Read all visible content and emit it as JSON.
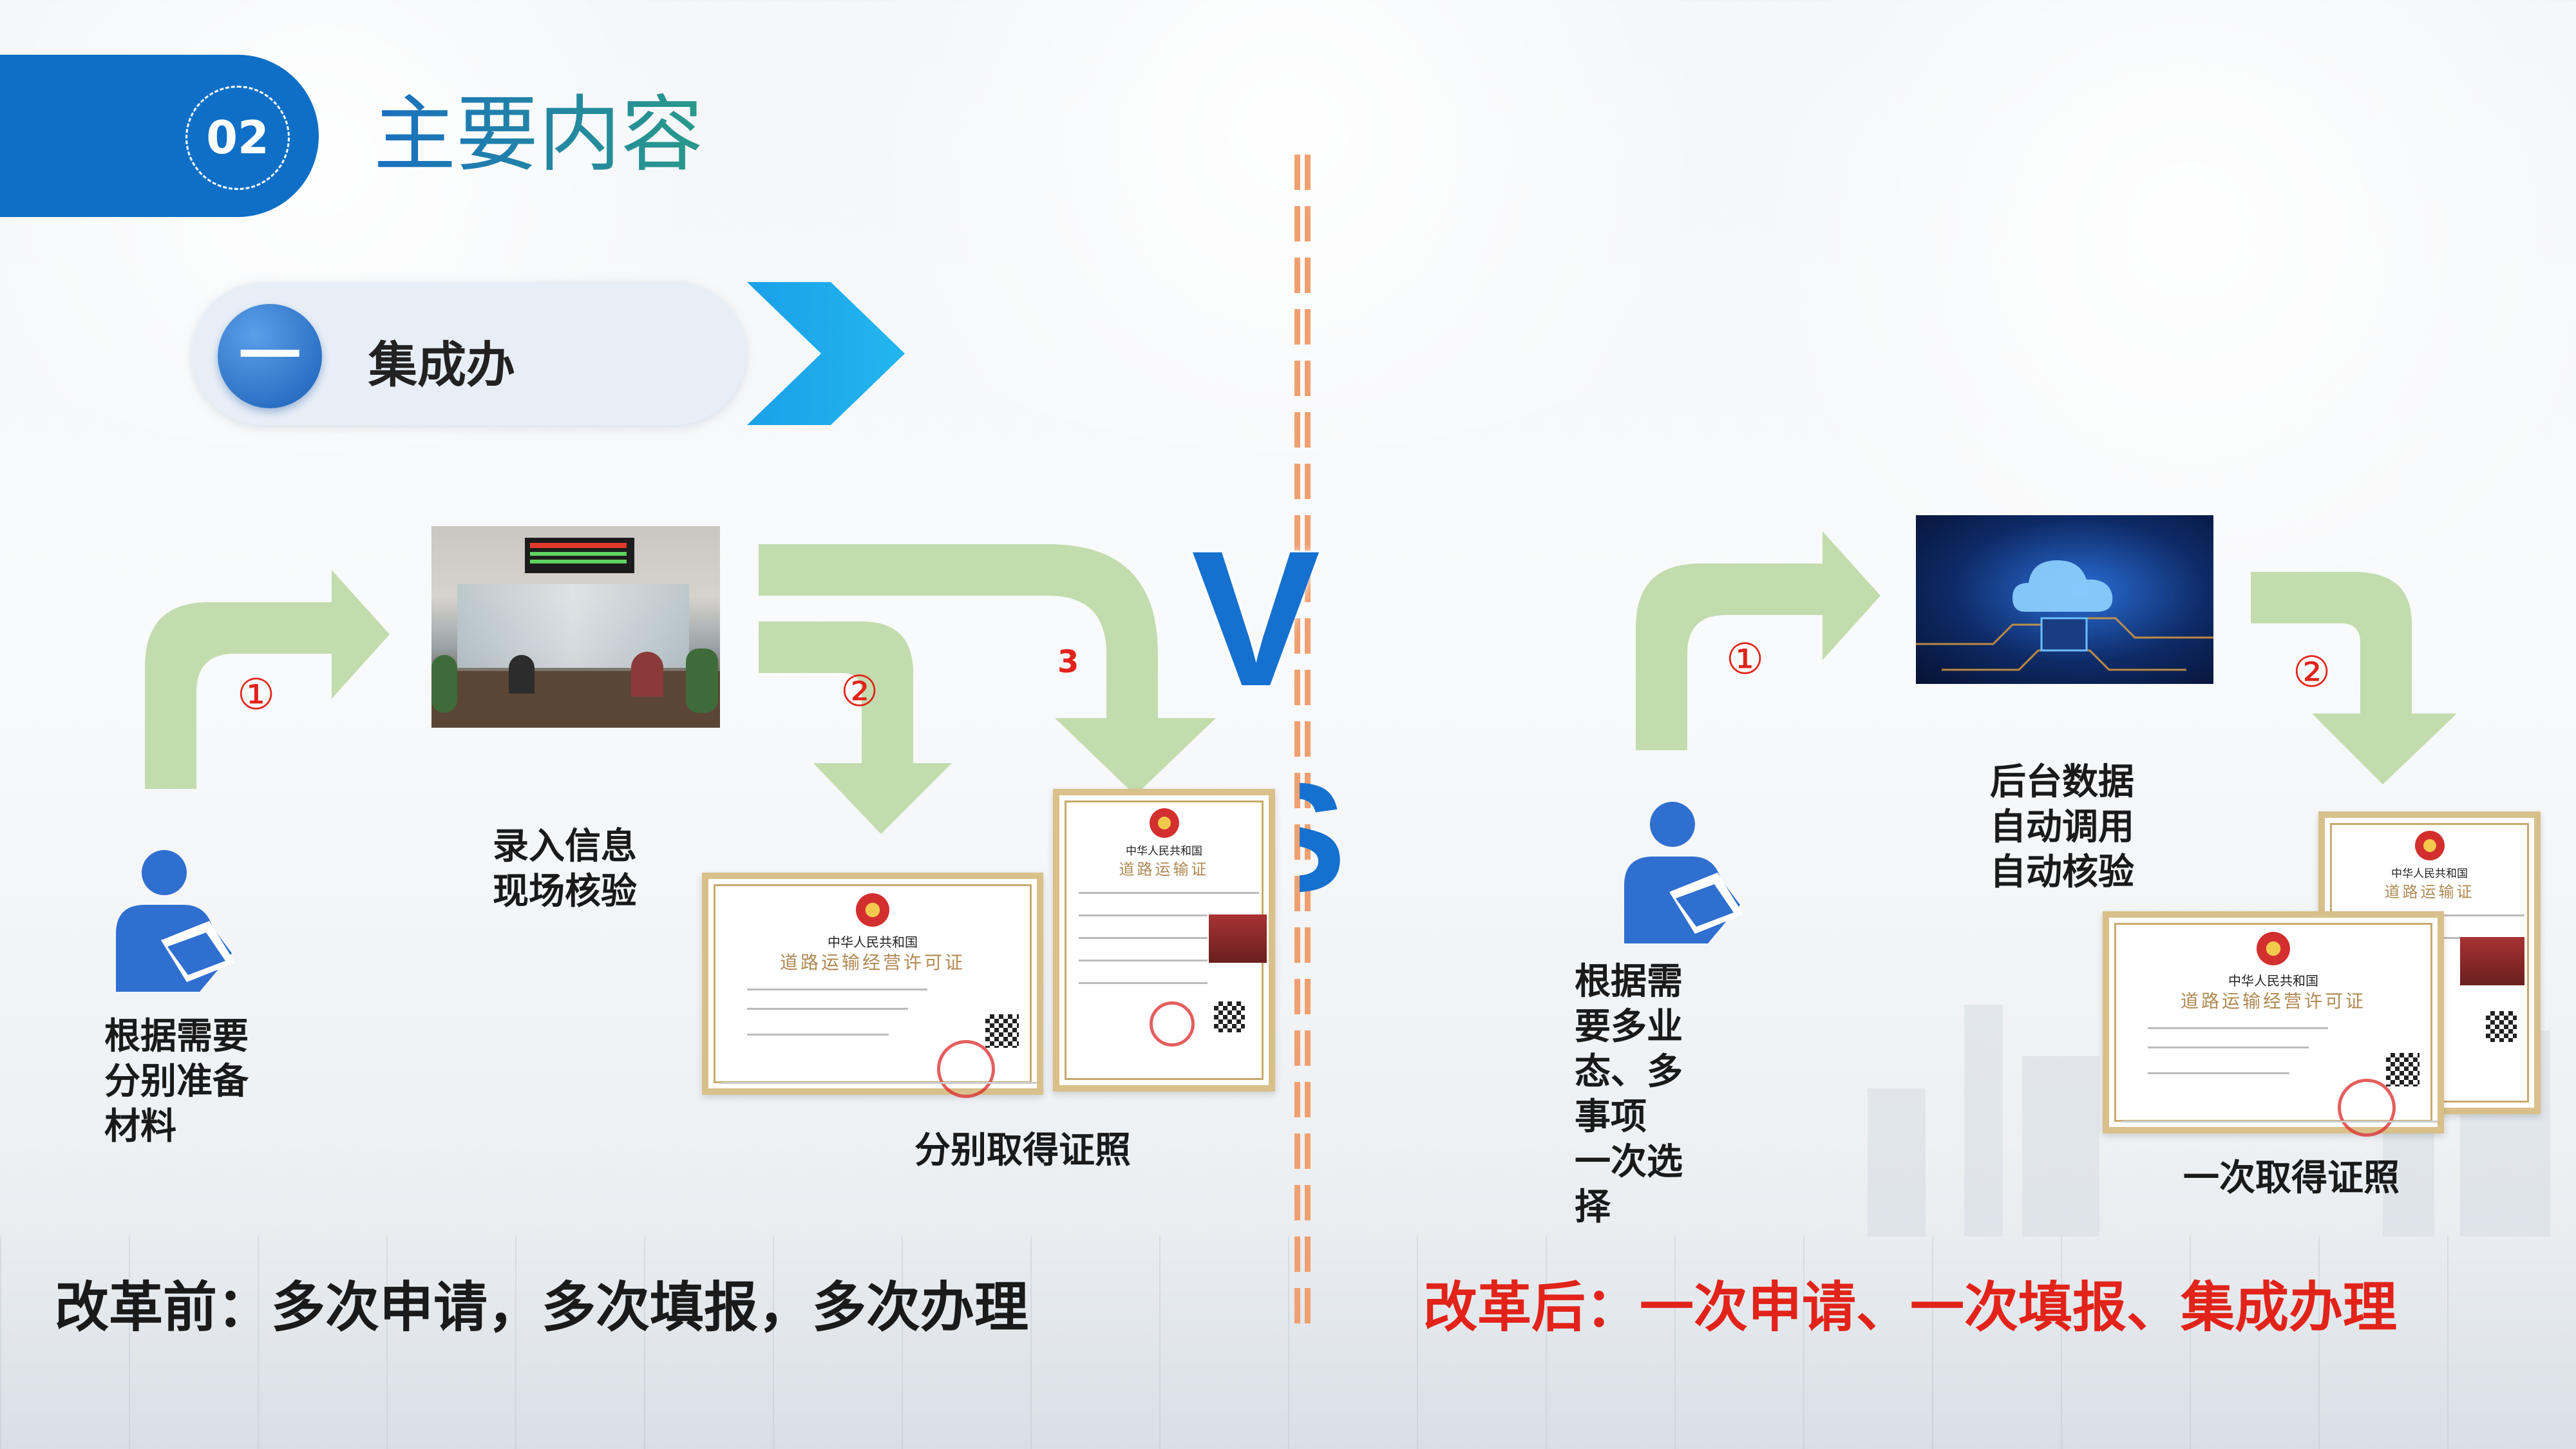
{
  "header": {
    "number": "02",
    "title": "主要内容"
  },
  "section": {
    "index": "一",
    "label": "集成办"
  },
  "left": {
    "person_text": "根据需要\n分别准备\n材料",
    "step1": "①",
    "step2": "②",
    "step3": "3",
    "photo_text": "录入信息\n现场核验",
    "result_text": "分别取得证照",
    "summary": "改革前：多次申请，多次填报，多次办理"
  },
  "right": {
    "person_text": "根据需\n要多业\n态、多\n事项\n一次选\n择",
    "step1": "①",
    "step2": "②",
    "backend_text": "后台数据\n自动调用\n自动核验",
    "result_text": "一次取得证照",
    "summary": "改革后：一次申请、一次填报、集成办理"
  },
  "vs": {
    "v": "V",
    "s": "S"
  },
  "certificates": {
    "country": "中华人民共和国",
    "license_title": "道路运输经营许可证",
    "cert_title": "道路运输证"
  },
  "colors": {
    "accent_blue": "#0f6fc6",
    "arrow_green": "#c3dcae",
    "reform_red": "#e2231a",
    "divider_orange": "#f0a070"
  },
  "icons": [
    "person-reading-icon",
    "chevron-right-icon",
    "curved-arrow-icon",
    "cloud-chip-icon"
  ]
}
